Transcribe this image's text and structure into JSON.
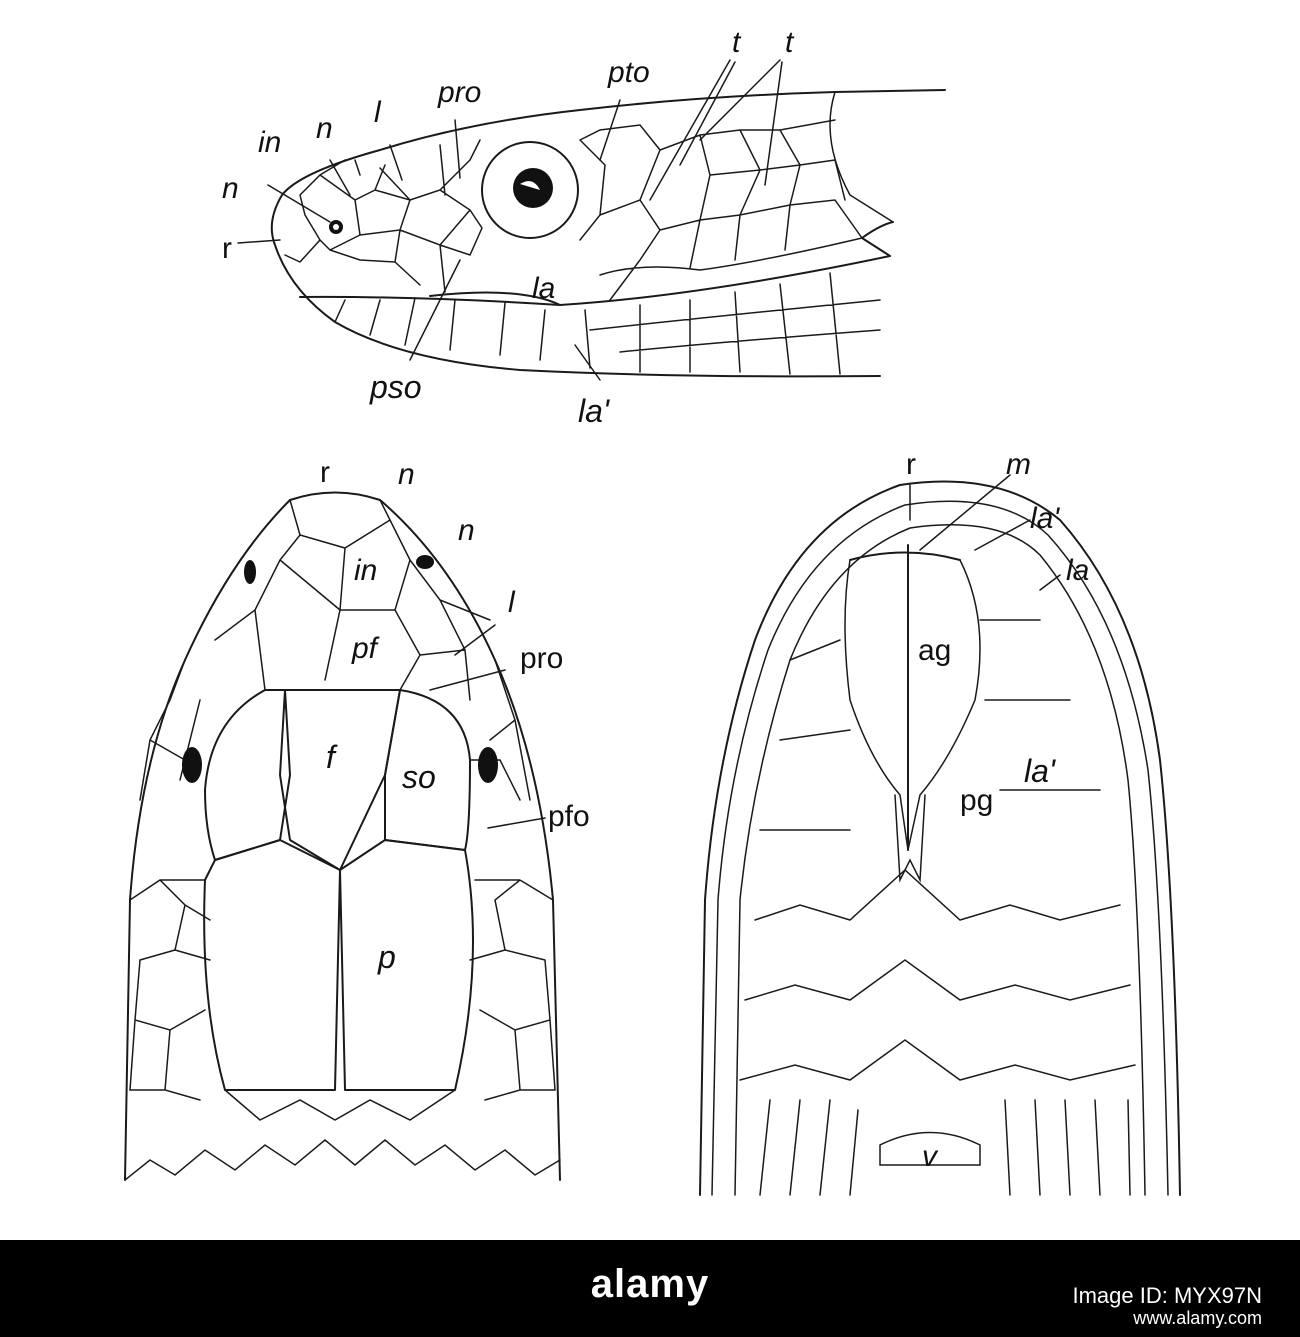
{
  "side_view": {
    "labels": [
      {
        "id": "r",
        "text": "r",
        "italic": false
      },
      {
        "id": "n1",
        "text": "n",
        "italic": true
      },
      {
        "id": "in",
        "text": "in",
        "italic": true
      },
      {
        "id": "n2",
        "text": "n",
        "italic": true
      },
      {
        "id": "l",
        "text": "l",
        "italic": true
      },
      {
        "id": "pro",
        "text": "pro",
        "italic": true
      },
      {
        "id": "pto",
        "text": "pto",
        "italic": true
      },
      {
        "id": "t1",
        "text": "t",
        "italic": true
      },
      {
        "id": "t2",
        "text": "t",
        "italic": true
      },
      {
        "id": "la",
        "text": "la",
        "italic": true
      },
      {
        "id": "pso",
        "text": "pso",
        "italic": true
      },
      {
        "id": "la2",
        "text": "la'",
        "italic": true
      }
    ]
  },
  "dorsal_view": {
    "labels": [
      {
        "id": "r",
        "text": "r",
        "italic": false
      },
      {
        "id": "n1",
        "text": "n",
        "italic": true
      },
      {
        "id": "n2",
        "text": "n",
        "italic": true
      },
      {
        "id": "in",
        "text": "in",
        "italic": true
      },
      {
        "id": "l",
        "text": "l",
        "italic": true
      },
      {
        "id": "pf",
        "text": "pf",
        "italic": true
      },
      {
        "id": "pro",
        "text": "pro",
        "italic": false
      },
      {
        "id": "f",
        "text": "f",
        "italic": true
      },
      {
        "id": "so",
        "text": "so",
        "italic": true
      },
      {
        "id": "pfo",
        "text": "pfo",
        "italic": false
      },
      {
        "id": "p",
        "text": "p",
        "italic": true
      }
    ]
  },
  "ventral_view": {
    "labels": [
      {
        "id": "r",
        "text": "r",
        "italic": false
      },
      {
        "id": "m",
        "text": "m",
        "italic": true
      },
      {
        "id": "la2a",
        "text": "la'",
        "italic": true
      },
      {
        "id": "la",
        "text": "la",
        "italic": true
      },
      {
        "id": "ag",
        "text": "ag",
        "italic": false
      },
      {
        "id": "pg",
        "text": "pg",
        "italic": false
      },
      {
        "id": "la2b",
        "text": "la'",
        "italic": true
      },
      {
        "id": "v",
        "text": "v",
        "italic": true
      }
    ]
  },
  "banner": {
    "watermark": "alamy",
    "image_id": "Image ID: MYX97N",
    "url": "www.alamy.com"
  }
}
